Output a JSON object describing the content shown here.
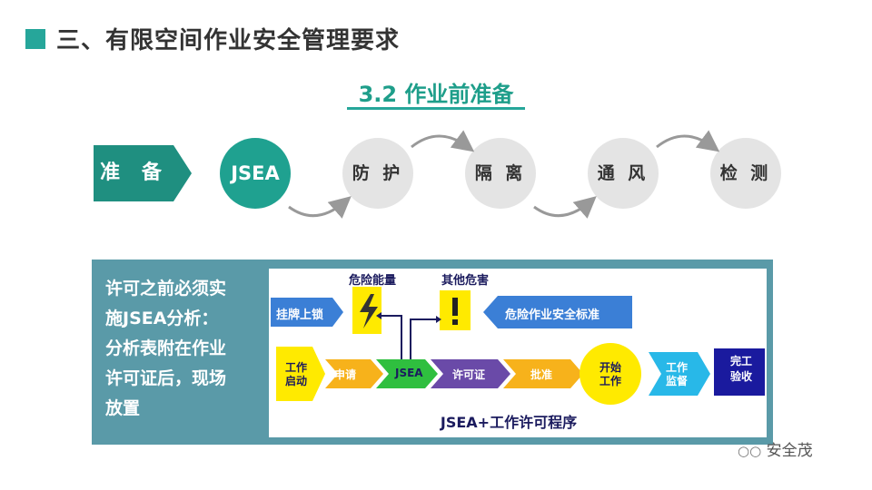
{
  "section_title": "三、有限空间作业安全管理要求",
  "sub_title": "3.2  作业前准备",
  "prep_label": "准 备",
  "steps": [
    "JSEA",
    "防 护",
    "隔 离",
    "通 风",
    "检 测"
  ],
  "panel_text": [
    "许可之前必须实",
    "施JSEA分析：",
    "分析表附在作业",
    "许可证后，现场",
    "放置"
  ],
  "diagram": {
    "top_label_1": "危险能量",
    "top_label_2": "其他危害",
    "left_arrow": "挂牌上锁",
    "right_arrow": "危险作业安全标准",
    "flow": [
      "工作\n启动",
      "申请",
      "JSEA",
      "许可证",
      "批准",
      "开始\n工作",
      "工作\n监督",
      "完工\n验收"
    ],
    "caption": "JSEA+工作许可程序"
  },
  "watermark": "安全茂",
  "colors": {
    "accent": "#26a69a",
    "panel": "#5a9aa8",
    "navy": "#1b1b5e"
  }
}
